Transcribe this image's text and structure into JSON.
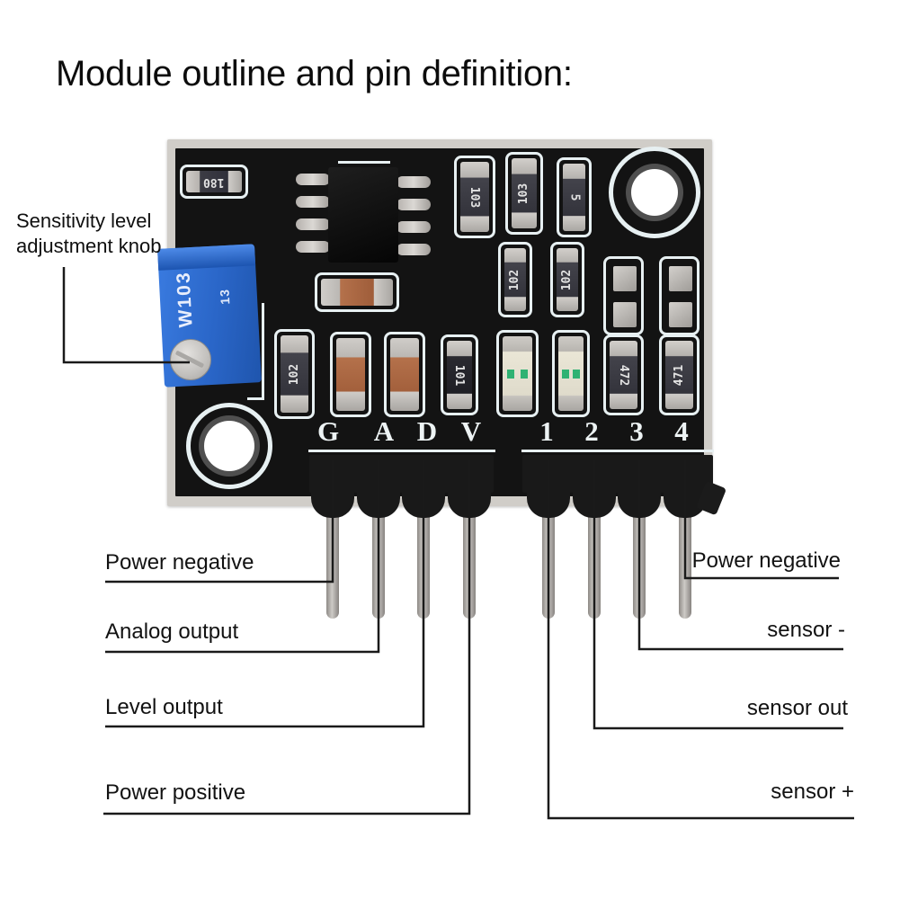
{
  "title": "Module outline and pin definition:",
  "knob_label": {
    "line1": "Sensitivity level",
    "line2": "adjustment knob"
  },
  "pins": {
    "left_group": [
      "G",
      "A",
      "D",
      "V"
    ],
    "right_group": [
      "1",
      "2",
      "3",
      "4"
    ]
  },
  "callouts": {
    "left": [
      "Power negative",
      "Analog output",
      "Level output",
      "Power positive"
    ],
    "right": [
      "Power negative",
      "sensor -",
      "sensor out",
      "sensor +"
    ]
  },
  "board": {
    "markings": {
      "r_topleft": "180",
      "r_col1": "103",
      "r_col2": "103",
      "d1": "5",
      "r_mid1": "102",
      "r_mid2": "102",
      "r_right1": "472",
      "r_right2": "471",
      "r_bottom1": "102",
      "r_bottom2": "101",
      "pot_model": "W103",
      "pot_code": "13"
    }
  },
  "colors": {
    "background": "#ffffff",
    "pcb_black": "#131313",
    "pcb_edge_gray": "#d0cdc8",
    "silkscreen_white": "#e7f0f2",
    "potentiometer_blue": "#2e6fd6",
    "callout_line": "#1a1a1a",
    "led_green_mark": "#2fb273",
    "capacitor_brown": "#b4714b"
  }
}
